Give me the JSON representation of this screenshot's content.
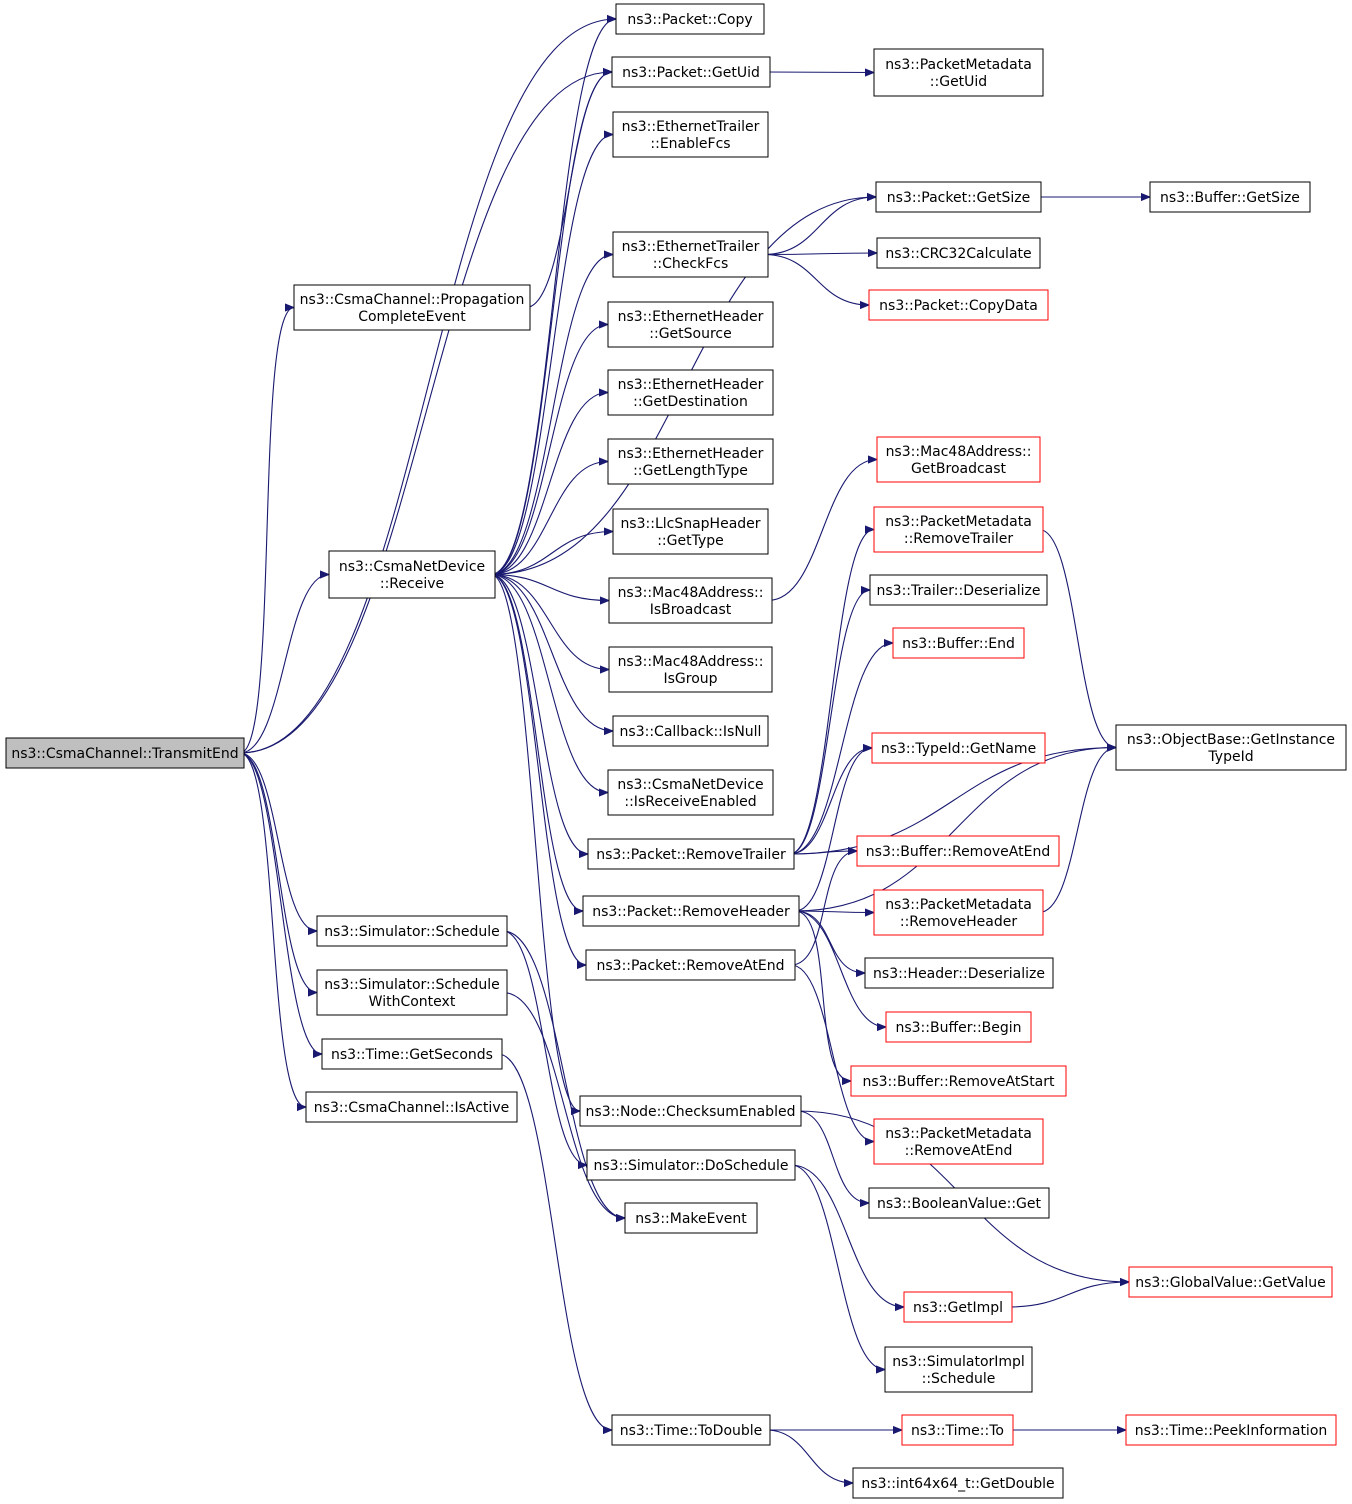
{
  "colors": {
    "edge": "#191970",
    "root_fill": "#bfbfbf",
    "node_border": "#000000",
    "unresolved_border": "#ff0000"
  },
  "nodes": {
    "transmitEnd": {
      "lines": [
        "ns3::CsmaChannel::TransmitEnd"
      ],
      "style": "root"
    },
    "packetCopy": {
      "lines": [
        "ns3::Packet::Copy"
      ]
    },
    "packetGetUid": {
      "lines": [
        "ns3::Packet::GetUid"
      ]
    },
    "pmGetUid": {
      "lines": [
        "ns3::PacketMetadata",
        "::GetUid"
      ]
    },
    "etEnableFcs": {
      "lines": [
        "ns3::EthernetTrailer",
        "::EnableFcs"
      ]
    },
    "packetGetSize": {
      "lines": [
        "ns3::Packet::GetSize"
      ]
    },
    "bufferGetSize": {
      "lines": [
        "ns3::Buffer::GetSize"
      ]
    },
    "etCheckFcs": {
      "lines": [
        "ns3::EthernetTrailer",
        "::CheckFcs"
      ]
    },
    "crc32": {
      "lines": [
        "ns3::CRC32Calculate"
      ]
    },
    "copyData": {
      "lines": [
        "ns3::Packet::CopyData"
      ],
      "style": "red"
    },
    "propagation": {
      "lines": [
        "ns3::CsmaChannel::Propagation",
        "CompleteEvent"
      ]
    },
    "ehGetSource": {
      "lines": [
        "ns3::EthernetHeader",
        "::GetSource"
      ]
    },
    "ehGetDest": {
      "lines": [
        "ns3::EthernetHeader",
        "::GetDestination"
      ]
    },
    "ehGetLen": {
      "lines": [
        "ns3::EthernetHeader",
        "::GetLengthType"
      ]
    },
    "macGetBroadcast": {
      "lines": [
        "ns3::Mac48Address::",
        "GetBroadcast"
      ],
      "style": "red"
    },
    "llcGetType": {
      "lines": [
        "ns3::LlcSnapHeader",
        "::GetType"
      ]
    },
    "pmRemoveTrailer": {
      "lines": [
        "ns3::PacketMetadata",
        "::RemoveTrailer"
      ],
      "style": "red"
    },
    "receive": {
      "lines": [
        "ns3::CsmaNetDevice",
        "::Receive"
      ]
    },
    "macIsBroadcast": {
      "lines": [
        "ns3::Mac48Address::",
        "IsBroadcast"
      ]
    },
    "trailerDeser": {
      "lines": [
        "ns3::Trailer::Deserialize"
      ]
    },
    "bufferEnd": {
      "lines": [
        "ns3::Buffer::End"
      ],
      "style": "red"
    },
    "macIsGroup": {
      "lines": [
        "ns3::Mac48Address::",
        "IsGroup"
      ]
    },
    "cbIsNull": {
      "lines": [
        "ns3::Callback::IsNull"
      ]
    },
    "objGetInstance": {
      "lines": [
        "ns3::ObjectBase::GetInstance",
        "TypeId"
      ]
    },
    "typeIdGetName": {
      "lines": [
        "ns3::TypeId::GetName"
      ],
      "style": "red"
    },
    "isRecvEnabled": {
      "lines": [
        "ns3::CsmaNetDevice",
        "::IsReceiveEnabled"
      ]
    },
    "removeTrailer": {
      "lines": [
        "ns3::Packet::RemoveTrailer"
      ]
    },
    "bufRemoveAtEnd": {
      "lines": [
        "ns3::Buffer::RemoveAtEnd"
      ],
      "style": "red"
    },
    "removeHeader": {
      "lines": [
        "ns3::Packet::RemoveHeader"
      ]
    },
    "pmRemoveHeader": {
      "lines": [
        "ns3::PacketMetadata",
        "::RemoveHeader"
      ],
      "style": "red"
    },
    "simSchedule": {
      "lines": [
        "ns3::Simulator::Schedule"
      ]
    },
    "removeAtEnd": {
      "lines": [
        "ns3::Packet::RemoveAtEnd"
      ]
    },
    "headerDeser": {
      "lines": [
        "ns3::Header::Deserialize"
      ]
    },
    "simSchedCtx": {
      "lines": [
        "ns3::Simulator::Schedule",
        "WithContext"
      ]
    },
    "bufferBegin": {
      "lines": [
        "ns3::Buffer::Begin"
      ],
      "style": "red"
    },
    "timeGetSeconds": {
      "lines": [
        "ns3::Time::GetSeconds"
      ]
    },
    "bufRemoveAtStart": {
      "lines": [
        "ns3::Buffer::RemoveAtStart"
      ],
      "style": "red"
    },
    "chanIsActive": {
      "lines": [
        "ns3::CsmaChannel::IsActive"
      ]
    },
    "nodeChecksum": {
      "lines": [
        "ns3::Node::ChecksumEnabled"
      ]
    },
    "pmRemoveAtEnd": {
      "lines": [
        "ns3::PacketMetadata",
        "::RemoveAtEnd"
      ],
      "style": "red"
    },
    "doSchedule": {
      "lines": [
        "ns3::Simulator::DoSchedule"
      ]
    },
    "boolGet": {
      "lines": [
        "ns3::BooleanValue::Get"
      ]
    },
    "makeEvent": {
      "lines": [
        "ns3::MakeEvent"
      ]
    },
    "gvGetValue": {
      "lines": [
        "ns3::GlobalValue::GetValue"
      ],
      "style": "red"
    },
    "getImpl": {
      "lines": [
        "ns3::GetImpl"
      ],
      "style": "red"
    },
    "simImplSched": {
      "lines": [
        "ns3::SimulatorImpl",
        "::Schedule"
      ]
    },
    "timeToDouble": {
      "lines": [
        "ns3::Time::ToDouble"
      ]
    },
    "timeTo": {
      "lines": [
        "ns3::Time::To"
      ],
      "style": "red"
    },
    "peekInfo": {
      "lines": [
        "ns3::Time::PeekInformation"
      ],
      "style": "red"
    },
    "getDouble": {
      "lines": [
        "ns3::int64x64_t::GetDouble"
      ]
    }
  },
  "edges": [
    [
      "transmitEnd",
      "packetCopy"
    ],
    [
      "transmitEnd",
      "packetGetUid"
    ],
    [
      "transmitEnd",
      "propagation"
    ],
    [
      "transmitEnd",
      "receive"
    ],
    [
      "transmitEnd",
      "simSchedule"
    ],
    [
      "transmitEnd",
      "simSchedCtx"
    ],
    [
      "transmitEnd",
      "timeGetSeconds"
    ],
    [
      "transmitEnd",
      "chanIsActive"
    ],
    [
      "propagation",
      "packetGetUid"
    ],
    [
      "receive",
      "packetCopy"
    ],
    [
      "receive",
      "packetGetUid"
    ],
    [
      "receive",
      "etEnableFcs"
    ],
    [
      "receive",
      "packetGetSize"
    ],
    [
      "receive",
      "etCheckFcs"
    ],
    [
      "receive",
      "ehGetSource"
    ],
    [
      "receive",
      "ehGetDest"
    ],
    [
      "receive",
      "ehGetLen"
    ],
    [
      "receive",
      "llcGetType"
    ],
    [
      "receive",
      "macIsBroadcast"
    ],
    [
      "receive",
      "macIsGroup"
    ],
    [
      "receive",
      "cbIsNull"
    ],
    [
      "receive",
      "isRecvEnabled"
    ],
    [
      "receive",
      "removeTrailer"
    ],
    [
      "receive",
      "removeHeader"
    ],
    [
      "receive",
      "removeAtEnd"
    ],
    [
      "receive",
      "nodeChecksum"
    ],
    [
      "packetGetUid",
      "pmGetUid"
    ],
    [
      "packetGetSize",
      "bufferGetSize"
    ],
    [
      "etCheckFcs",
      "packetGetSize"
    ],
    [
      "etCheckFcs",
      "crc32"
    ],
    [
      "etCheckFcs",
      "copyData"
    ],
    [
      "macIsBroadcast",
      "macGetBroadcast"
    ],
    [
      "removeTrailer",
      "pmRemoveTrailer"
    ],
    [
      "removeTrailer",
      "trailerDeser"
    ],
    [
      "removeTrailer",
      "bufferEnd"
    ],
    [
      "removeTrailer",
      "objGetInstance"
    ],
    [
      "removeTrailer",
      "typeIdGetName"
    ],
    [
      "removeTrailer",
      "bufRemoveAtEnd"
    ],
    [
      "removeHeader",
      "typeIdGetName"
    ],
    [
      "removeHeader",
      "objGetInstance"
    ],
    [
      "removeHeader",
      "pmRemoveHeader"
    ],
    [
      "removeHeader",
      "headerDeser"
    ],
    [
      "removeHeader",
      "bufferBegin"
    ],
    [
      "removeHeader",
      "bufRemoveAtStart"
    ],
    [
      "removeAtEnd",
      "bufRemoveAtEnd"
    ],
    [
      "removeAtEnd",
      "pmRemoveAtEnd"
    ],
    [
      "pmRemoveTrailer",
      "objGetInstance"
    ],
    [
      "pmRemoveHeader",
      "objGetInstance"
    ],
    [
      "simSchedule",
      "doSchedule"
    ],
    [
      "simSchedule",
      "makeEvent"
    ],
    [
      "simSchedCtx",
      "makeEvent"
    ],
    [
      "timeGetSeconds",
      "timeToDouble"
    ],
    [
      "nodeChecksum",
      "boolGet"
    ],
    [
      "nodeChecksum",
      "gvGetValue"
    ],
    [
      "doSchedule",
      "getImpl"
    ],
    [
      "doSchedule",
      "simImplSched"
    ],
    [
      "getImpl",
      "gvGetValue"
    ],
    [
      "timeToDouble",
      "timeTo"
    ],
    [
      "timeToDouble",
      "getDouble"
    ],
    [
      "timeTo",
      "peekInfo"
    ]
  ]
}
